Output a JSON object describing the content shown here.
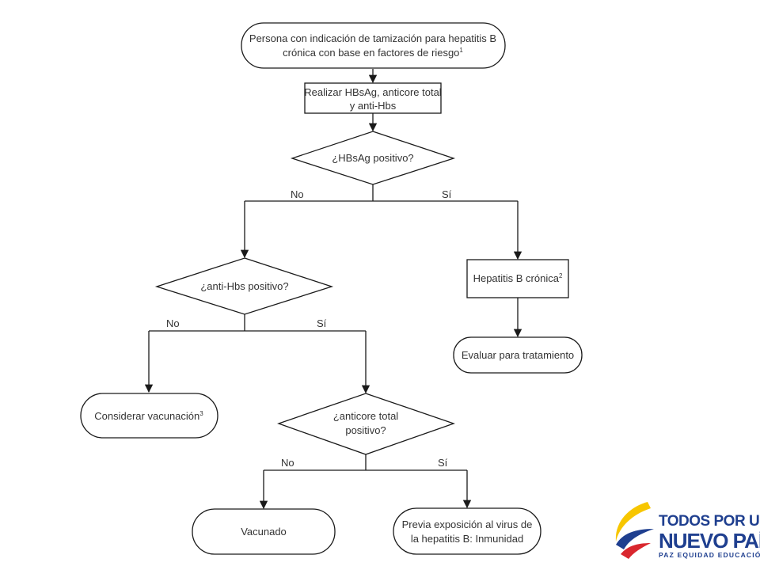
{
  "nodes": {
    "start": {
      "line1": "Persona con indicación de tamización para hepatitis B",
      "line2": "crónica con base en factores de riesgo",
      "sup": "1"
    },
    "test": {
      "line1": "Realizar HBsAg, anticore total",
      "line2": "y anti-Hbs"
    },
    "q_hbsag": {
      "text": "¿HBsAg positivo?"
    },
    "q_antihbs": {
      "text": "¿anti-Hbs positivo?"
    },
    "hep_chronic": {
      "text": "Hepatitis B crónica",
      "sup": "2"
    },
    "evaluate": {
      "text": "Evaluar para tratamiento"
    },
    "vaccinate": {
      "text": "Considerar vacunación",
      "sup": "3"
    },
    "q_anticore": {
      "line1": "¿anticore total",
      "line2": "positivo?"
    },
    "vaccinated": {
      "text": "Vacunado"
    },
    "immunity": {
      "line1": "Previa exposición al virus de",
      "line2": "la hepatitis B: Inmunidad"
    }
  },
  "edge_labels": {
    "hbsag_no": "No",
    "hbsag_yes": "Sí",
    "antihbs_no": "No",
    "antihbs_yes": "Sí",
    "anticore_no": "No",
    "anticore_yes": "Sí"
  },
  "logo": {
    "line1": "TODOS POR UN",
    "line2": "NUEVO PAÍS",
    "line3": "PAZ  EQUIDAD  EDUCACIÓN",
    "colors": {
      "yellow": "#f7c600",
      "blue": "#1f3f8f",
      "red": "#d9272e"
    }
  }
}
